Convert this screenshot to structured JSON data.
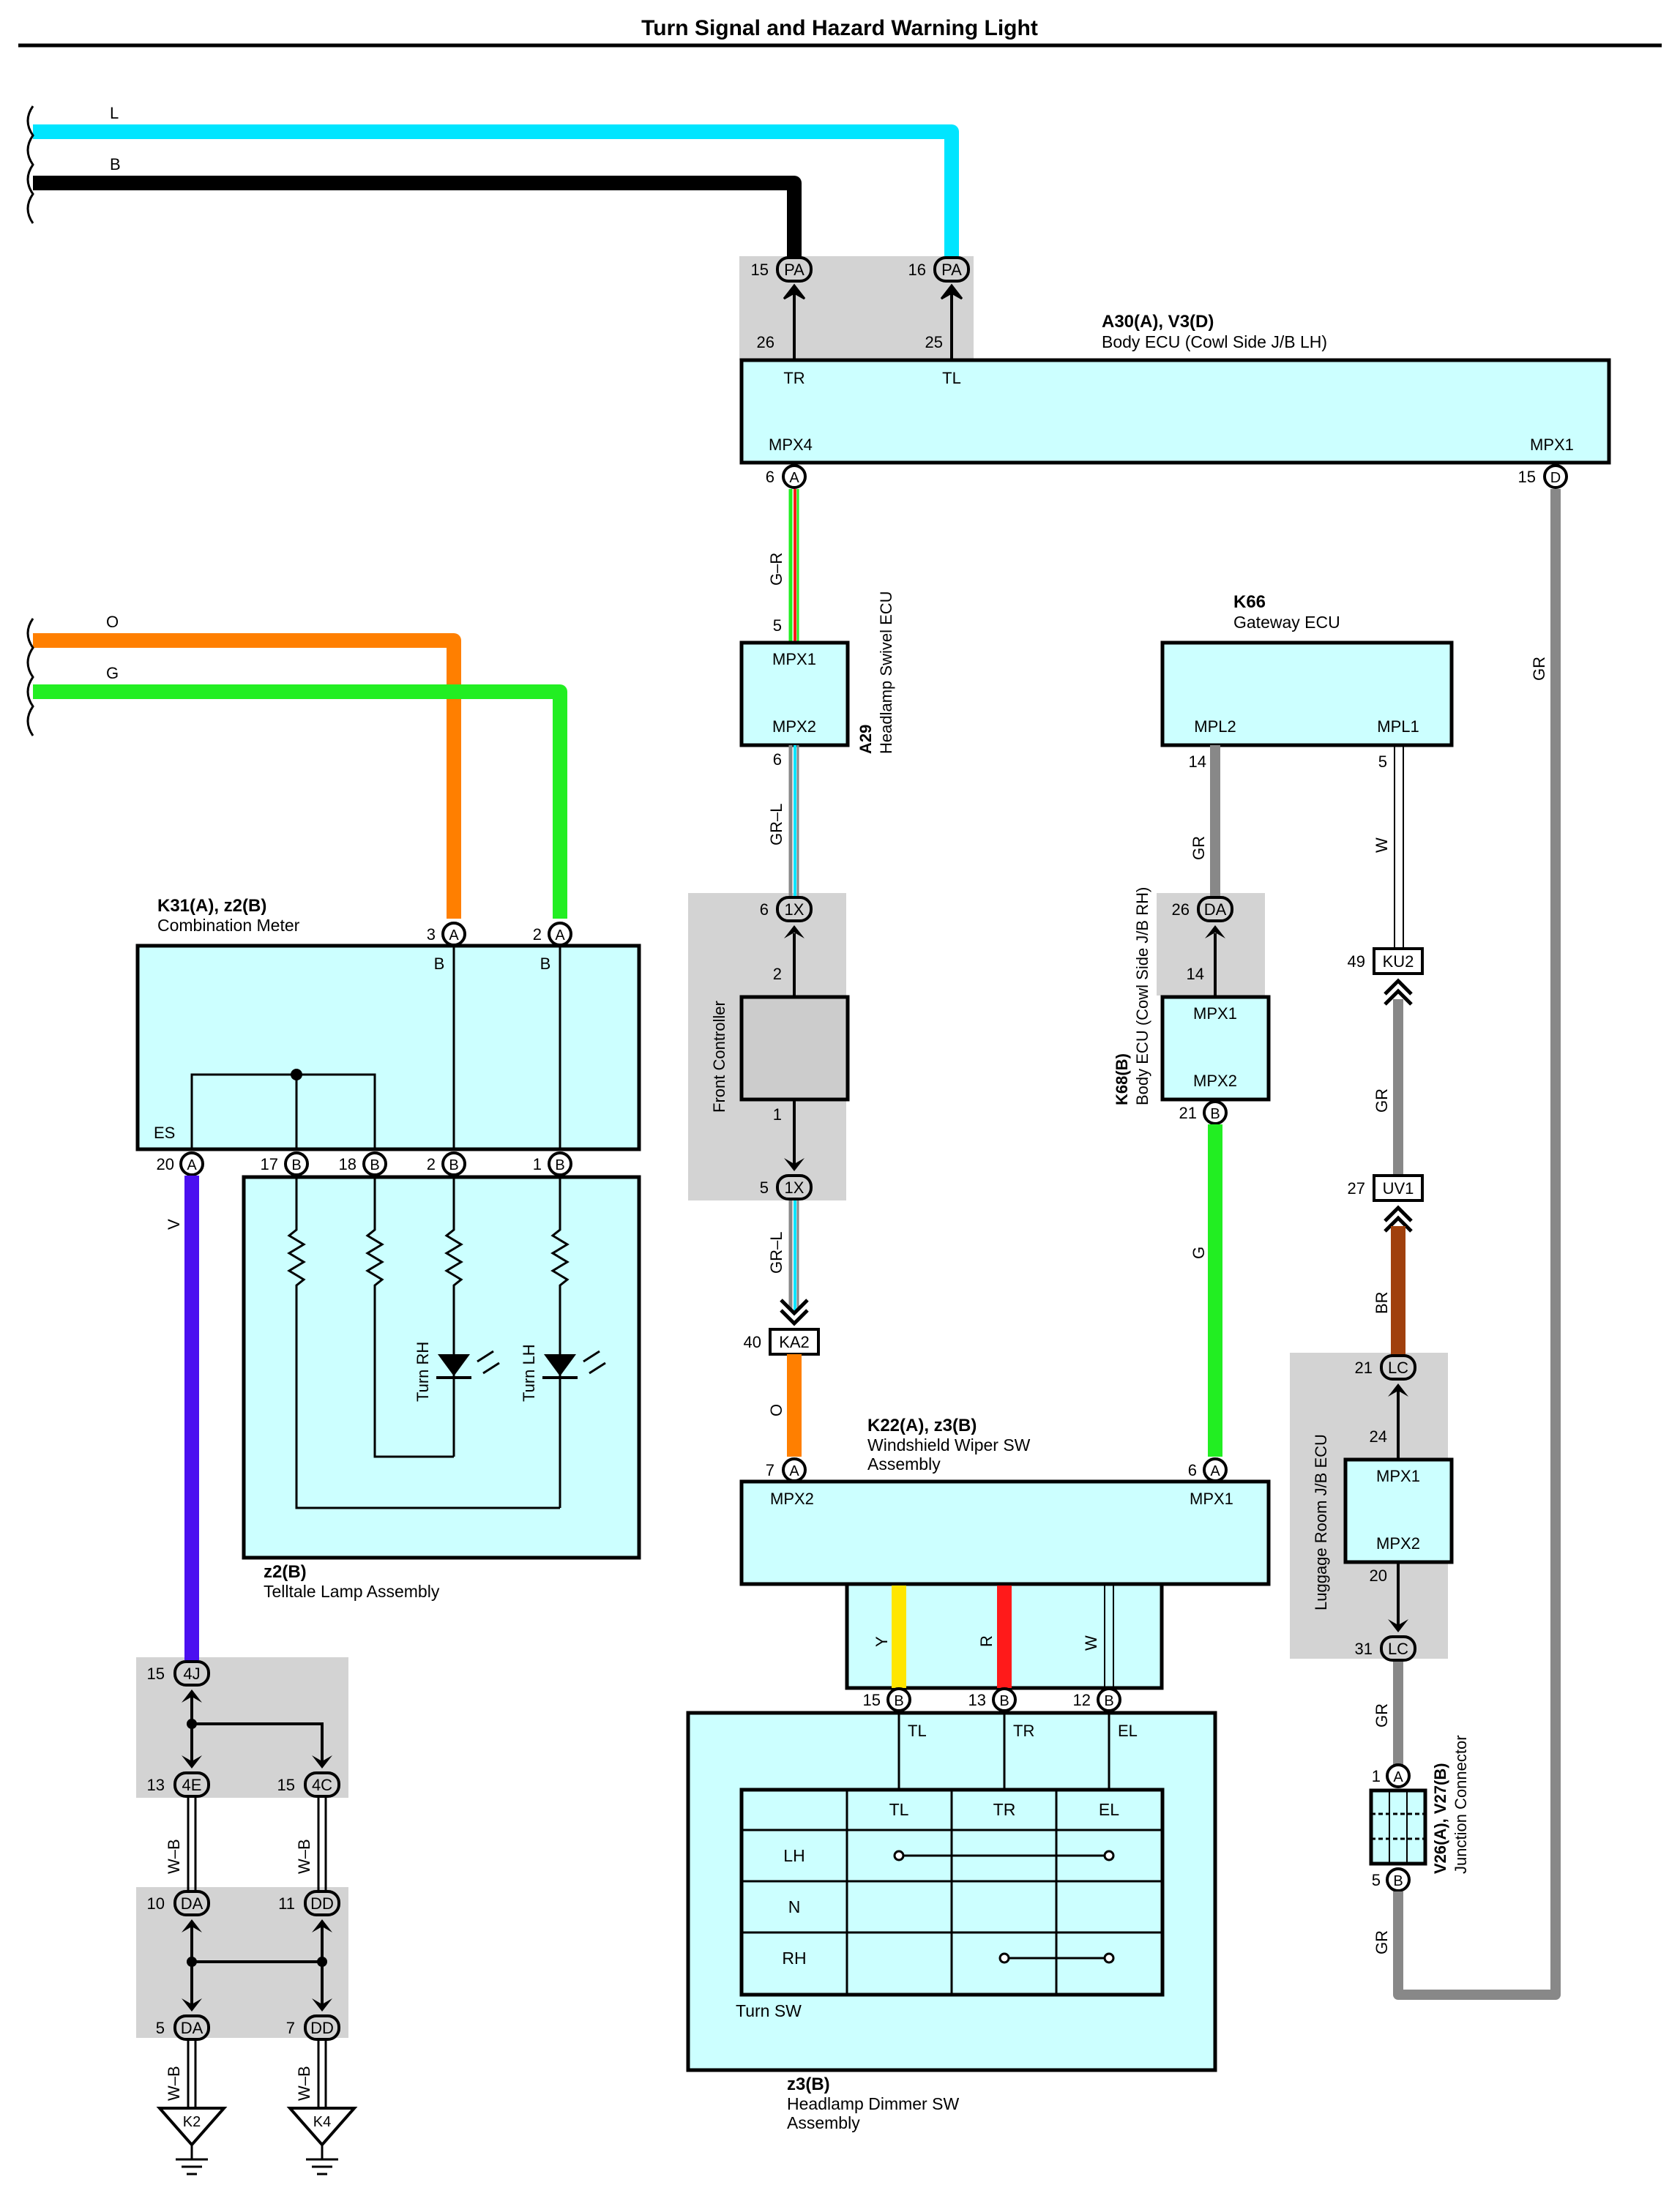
{
  "title": "Turn Signal and Hazard Warning Light",
  "colors": {
    "box_fill": "#ccffff",
    "shade_fill": "#d3d3d3",
    "L": "#00e5ff",
    "B": "#000000",
    "O": "#ff7f00",
    "G": "#22ee22",
    "V": "#4b10f0",
    "GR": "#888888",
    "BR": "#a0400d",
    "Y": "#ffe600",
    "R": "#ff1a1a",
    "W": "#ffffff"
  },
  "wire_labels": {
    "L": "L",
    "B": "B",
    "O": "O",
    "G": "G",
    "GR_R": "G–R",
    "GR_L_1": "GR–L",
    "GR_L_2": "GR–L",
    "O2": "O",
    "G2": "G",
    "GR1": "GR",
    "GR2": "GR",
    "W": "W",
    "GR3": "GR",
    "BR": "BR",
    "GR4": "GR",
    "GR5": "GR",
    "V": "V",
    "WB1": "W–B",
    "WB2": "W–B",
    "WB3": "W–B",
    "WB4": "W–B",
    "Y": "Y",
    "R": "R",
    "W2": "W"
  },
  "body_ecu": {
    "code": "A30(A), V3(D)",
    "name": "Body ECU (Cowl Side J/B LH)",
    "tr": "TR",
    "tl": "TL",
    "mpx4": "MPX4",
    "mpx1": "MPX1",
    "pin26": "26",
    "pin25": "25",
    "pa1_pin": "15",
    "pa1": "PA",
    "pa2_pin": "16",
    "pa2": "PA",
    "a_pin": "6",
    "a": "A",
    "d_pin": "15",
    "d": "D"
  },
  "swivel": {
    "code": "A29",
    "name": "Headlamp Swivel ECU",
    "mpx1": "MPX1",
    "mpx2": "MPX2",
    "pin5": "5",
    "pin6": "6"
  },
  "front_ctrl": {
    "name": "Front Controller",
    "pin2": "2",
    "pin1": "1",
    "c1_pin": "6",
    "c1": "1X",
    "c2_pin": "5",
    "c2": "1X"
  },
  "ka2": {
    "pin": "40",
    "name": "KA2"
  },
  "gateway": {
    "code": "K66",
    "name": "Gateway ECU",
    "mpl2": "MPL2",
    "mpl1": "MPL1",
    "pin14": "14",
    "pin5": "5"
  },
  "body_rh": {
    "code": "K68(B)",
    "name": "Body ECU (Cowl Side J/B RH)",
    "mpx1": "MPX1",
    "mpx2": "MPX2",
    "da_pin": "26",
    "da": "DA",
    "pin14": "14",
    "b_pin": "21",
    "b": "B"
  },
  "ku2": {
    "pin": "49",
    "name": "KU2"
  },
  "uv1": {
    "pin": "27",
    "name": "UV1"
  },
  "luggage": {
    "name": "Luggage Room J/B ECU",
    "mpx1": "MPX1",
    "mpx2": "MPX2",
    "lc1_pin": "21",
    "lc1": "LC",
    "pin24": "24",
    "pin20": "20",
    "lc2_pin": "31",
    "lc2": "LC"
  },
  "jconn": {
    "code": "V26(A), V27(B)",
    "name": "Junction Connector",
    "a_pin": "1",
    "a": "A",
    "b_pin": "5",
    "b": "B"
  },
  "meter": {
    "code": "K31(A), z2(B)",
    "name": "Combination Meter",
    "es": "ES",
    "b1": "B",
    "b2": "B",
    "a3_pin": "3",
    "a3": "A",
    "a2_pin": "2",
    "a2": "A",
    "p20": "20",
    "c20": "A",
    "p17": "17",
    "c17": "B",
    "p18": "18",
    "c18": "B",
    "p2": "2",
    "c2": "B",
    "p1": "1",
    "c1": "B"
  },
  "telltale": {
    "code": "z2(B)",
    "name": "Telltale Lamp Assembly",
    "turn_rh": "Turn RH",
    "turn_lh": "Turn LH"
  },
  "wiper": {
    "code": "K22(A), z3(B)",
    "name1": "Windshield Wiper SW",
    "name2": "Assembly",
    "mpx2": "MPX2",
    "mpx1": "MPX1",
    "a7_pin": "7",
    "a7": "A",
    "a6_pin": "6",
    "a6": "A",
    "p15": "15",
    "c15": "B",
    "p13": "13",
    "c13": "B",
    "p12": "12",
    "c12": "B"
  },
  "dimmer": {
    "code": "z3(B)",
    "name1": "Headlamp Dimmer SW",
    "name2": "Assembly",
    "tl": "TL",
    "tr": "TR",
    "el": "EL",
    "turn_sw": "Turn SW",
    "table_headers": [
      "TL",
      "TR",
      "EL"
    ],
    "table_rows": [
      "LH",
      "N",
      "RH"
    ]
  },
  "ground_conns": {
    "j4_pin": "15",
    "j4": "4J",
    "e4_pin": "13",
    "e4": "4E",
    "c4_pin": "15",
    "c4": "4C",
    "da1_pin": "10",
    "da1": "DA",
    "dd1_pin": "11",
    "dd1": "DD",
    "da2_pin": "5",
    "da2": "DA",
    "dd2_pin": "7",
    "dd2": "DD",
    "k2": "K2",
    "k4": "K4"
  }
}
